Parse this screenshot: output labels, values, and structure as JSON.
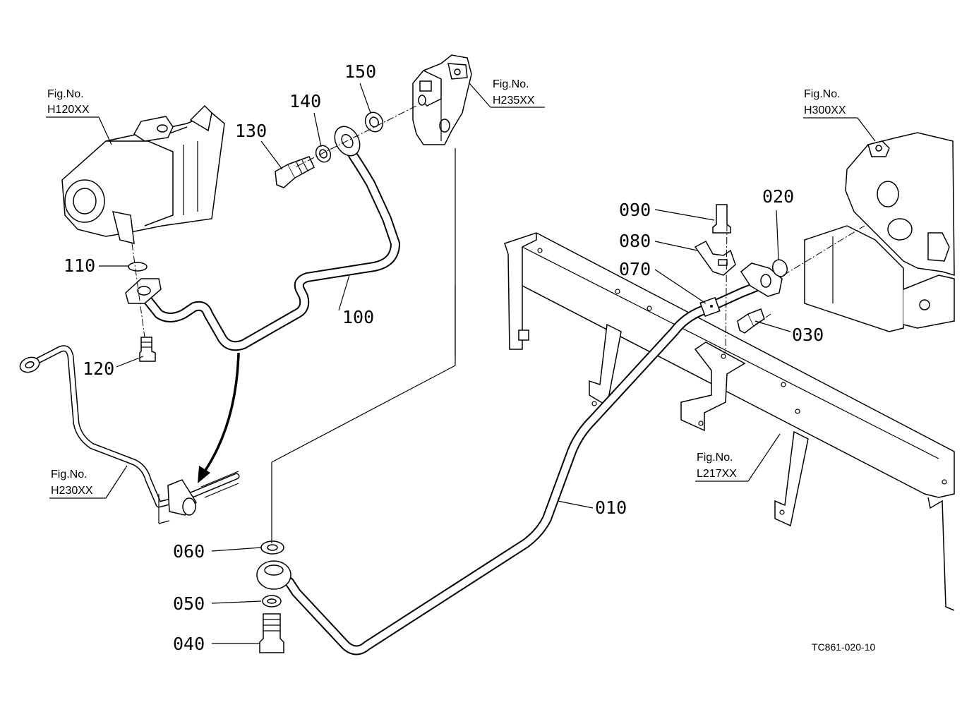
{
  "diagram": {
    "parts": [
      {
        "number": "010"
      },
      {
        "number": "020"
      },
      {
        "number": "030"
      },
      {
        "number": "040"
      },
      {
        "number": "050"
      },
      {
        "number": "060"
      },
      {
        "number": "070"
      },
      {
        "number": "080"
      },
      {
        "number": "090"
      },
      {
        "number": "100"
      },
      {
        "number": "110"
      },
      {
        "number": "120"
      },
      {
        "number": "130"
      },
      {
        "number": "140"
      },
      {
        "number": "150"
      }
    ],
    "figure_refs": [
      {
        "label": "Fig.No.",
        "code": "H120XX"
      },
      {
        "label": "Fig.No.",
        "code": "H235XX"
      },
      {
        "label": "Fig.No.",
        "code": "H300XX"
      },
      {
        "label": "Fig.No.",
        "code": "H230XX"
      },
      {
        "label": "Fig.No.",
        "code": "L217XX"
      }
    ],
    "drawing_code": "TC861-020-10"
  }
}
